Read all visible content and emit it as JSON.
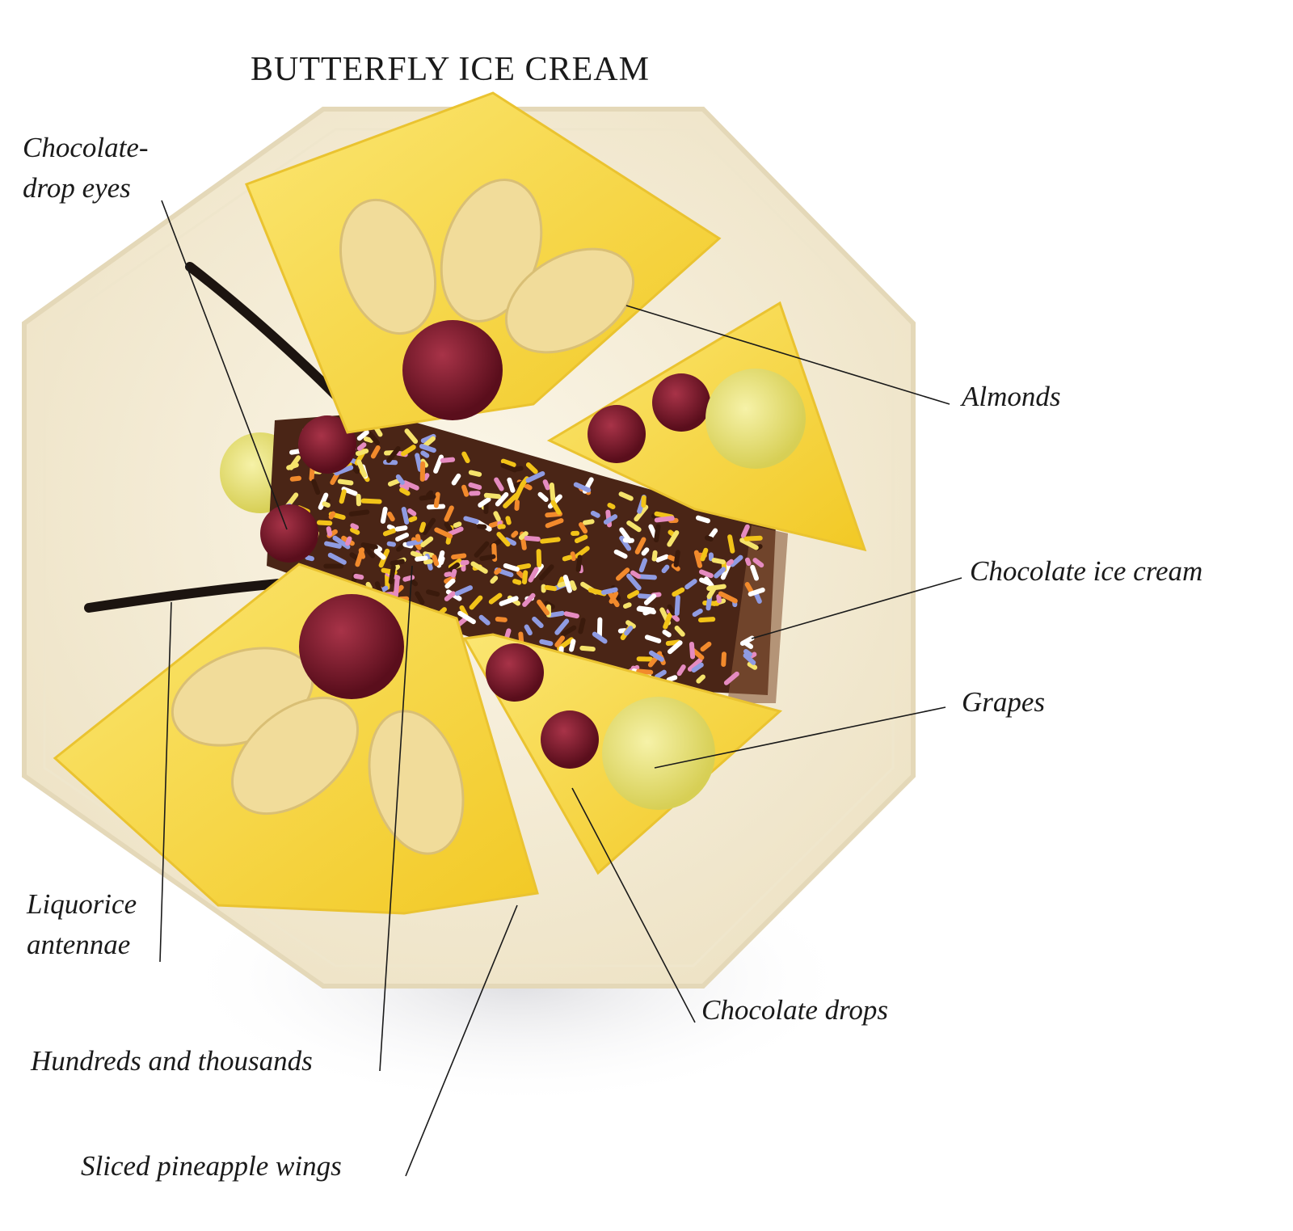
{
  "title": "BUTTERFLY ICE CREAM",
  "labels": {
    "eyes_line1": "Chocolate-",
    "eyes_line2": "drop eyes",
    "almonds": "Almonds",
    "ice_cream": "Chocolate ice cream",
    "grapes": "Grapes",
    "antennae_line1": "Liquorice",
    "antennae_line2": "antennae",
    "choc_drops": "Chocolate drops",
    "hundreds": "Hundreds and thousands",
    "wings": "Sliced pineapple wings"
  },
  "colors": {
    "plate": "#f5efdc",
    "plate_rim": "#e9dfc2",
    "pineapple": "#f7d63a",
    "pineapple_light": "#fbe46e",
    "almond": "#f1dc9a",
    "chocolate_drop": "#6e1424",
    "grape": "#e6e070",
    "ice_cream": "#4a2516",
    "liquorice": "#1c1410",
    "sprinkle_colors": [
      "#f2c318",
      "#e58bc0",
      "#8f9be2",
      "#f28a2c",
      "#f5e36b",
      "#ffffff",
      "#3a1a0c"
    ]
  }
}
